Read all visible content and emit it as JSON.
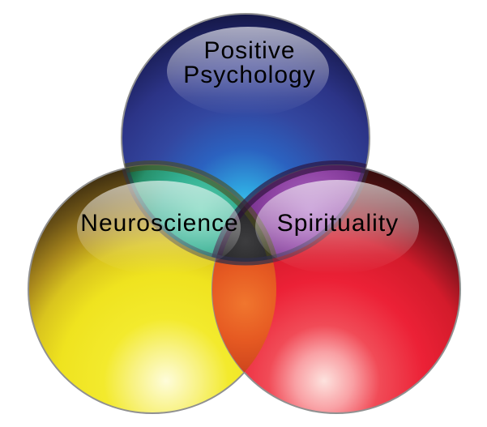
{
  "diagram": {
    "type": "venn",
    "background": "#ffffff",
    "outline_color": "#909090",
    "text_color": "#000000",
    "sets": [
      {
        "id": "positive-psychology",
        "label": "Positive Psychology",
        "label_lines": [
          "Positive",
          "Psychology"
        ],
        "position": "top",
        "color": "#3347a0",
        "glow_color": "#41c6f0",
        "rim_color": "#131540"
      },
      {
        "id": "neuroscience",
        "label": "Neuroscience",
        "label_lines": [
          "Neuroscience"
        ],
        "position": "bottom-left",
        "color": "#efe31f",
        "glow_color": "#fefcda",
        "rim_color": "#2e240d"
      },
      {
        "id": "spirituality",
        "label": "Spirituality",
        "label_lines": [
          "Spirituality"
        ],
        "position": "bottom-right",
        "color": "#ec2136",
        "glow_color": "#fde2de",
        "rim_color": "#330c0d"
      }
    ],
    "overlaps": [
      {
        "between": [
          "positive-psychology",
          "neuroscience"
        ],
        "color": "#33b092"
      },
      {
        "between": [
          "positive-psychology",
          "spirituality"
        ],
        "color": "#9146a6"
      },
      {
        "between": [
          "neuroscience",
          "spirituality"
        ],
        "color": "#e65a22"
      },
      {
        "between": [
          "positive-psychology",
          "neuroscience",
          "spirituality"
        ],
        "color": "#2e2e2e"
      }
    ]
  }
}
